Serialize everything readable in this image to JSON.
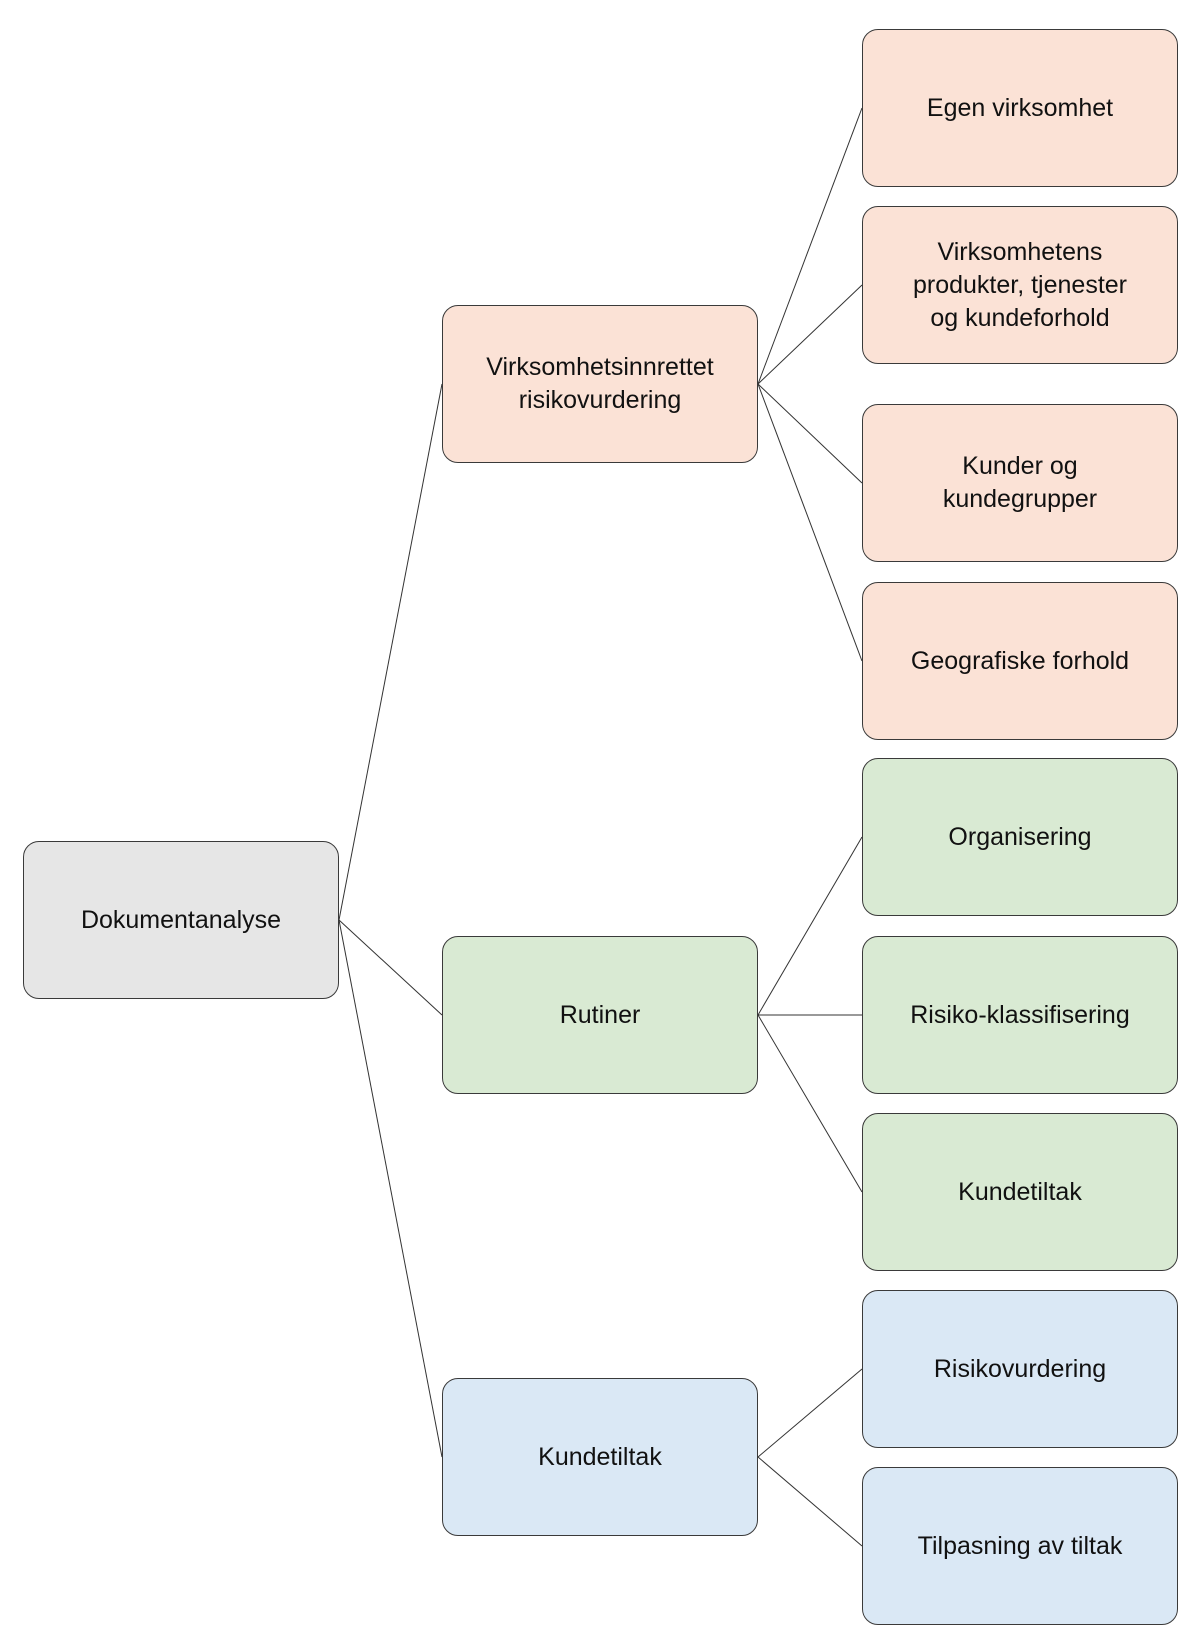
{
  "diagram": {
    "type": "tree",
    "colors": {
      "root": "#e6e6e6",
      "risk": "#fbe2d6",
      "routines": "#d9ead3",
      "customer": "#dae8f5",
      "border": "#3a3a3a",
      "line": "#333333"
    },
    "root": {
      "label": "Dokumentanalyse",
      "color": "root"
    },
    "branches": [
      {
        "label": "Virksomhetsinnrettet\nrisikovurdering",
        "color": "risk",
        "children": [
          "Egen virksomhet",
          "Virksomhetens\nprodukter, tjenester\nog kundeforhold",
          "Kunder og\nkundegrupper",
          "Geografiske forhold"
        ]
      },
      {
        "label": "Rutiner",
        "color": "routines",
        "children": [
          "Organisering",
          "Risiko-klassifisering",
          "Kundetiltak"
        ]
      },
      {
        "label": "Kundetiltak",
        "color": "customer",
        "children": [
          "Risikovurdering",
          "Tilpasning av tiltak"
        ]
      }
    ]
  }
}
